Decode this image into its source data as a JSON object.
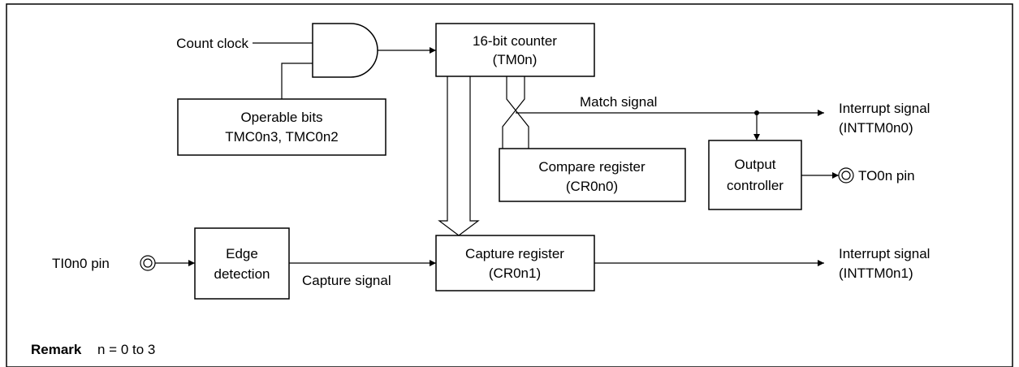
{
  "inputs": {
    "count_clock": "Count clock",
    "ti_pin": "TI0n0 pin"
  },
  "blocks": {
    "counter": {
      "line1": "16-bit counter",
      "line2": "(TM0n)"
    },
    "operable_bits": {
      "line1": "Operable bits",
      "line2": "TMC0n3, TMC0n2"
    },
    "compare_register": {
      "line1": "Compare register",
      "line2": "(CR0n0)"
    },
    "output_controller": {
      "line1": "Output",
      "line2": "controller"
    },
    "edge_detection": {
      "line1": "Edge",
      "line2": "detection"
    },
    "capture_register": {
      "line1": "Capture register",
      "line2": "(CR0n1)"
    }
  },
  "signals": {
    "match_signal": "Match signal",
    "capture_signal": "Capture signal"
  },
  "outputs": {
    "interrupt_match": {
      "line1": "Interrupt signal",
      "line2": "(INTTM0n0)"
    },
    "to_pin": "TO0n pin",
    "interrupt_capture": {
      "line1": "Interrupt signal",
      "line2": "(INTTM0n1)"
    }
  },
  "remark": {
    "label": "Remark",
    "text": "n = 0 to 3"
  }
}
